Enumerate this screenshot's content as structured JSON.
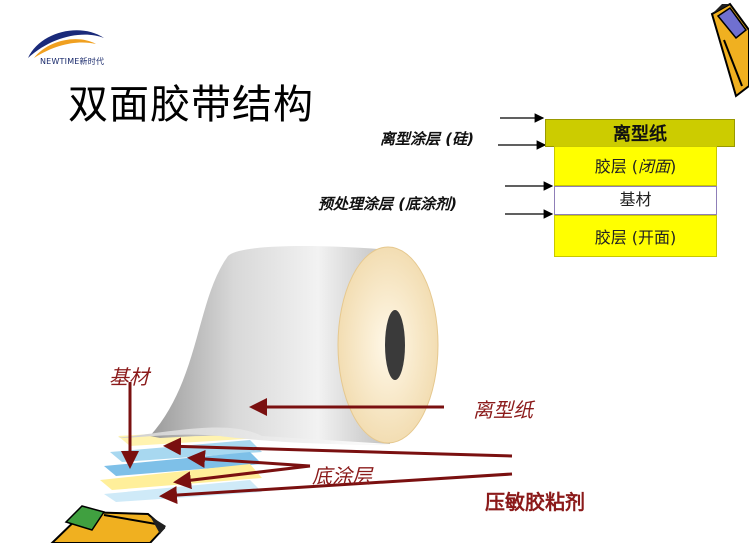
{
  "logo": {
    "brand_text": "NEWTIME新时代"
  },
  "title": "双面胶带结构",
  "layer_stack": {
    "release_paper": "离型纸",
    "adhesive_closed": {
      "prefix": "胶层 (",
      "emph": "闭面",
      "suffix": ")"
    },
    "substrate": "基材",
    "adhesive_open": "胶层 (开面)"
  },
  "side_labels": {
    "silicone_coating": "离型涂层 (硅)",
    "primer_coating": "预处理涂层 (底涂剂)"
  },
  "roll_labels": {
    "substrate": "基材",
    "release_paper": "离型纸",
    "primer": "底涂层",
    "psa": "压敏胶粘剂"
  },
  "colors": {
    "release_layer": "#cccc00",
    "adhesive_layer": "#ffff00",
    "arrow_red": "#7a1010",
    "label_red": "#8b1a1a"
  },
  "icons": [
    "swoosh-logo-icon",
    "pencil-clipart-icon",
    "pencil-clipart-icon"
  ]
}
